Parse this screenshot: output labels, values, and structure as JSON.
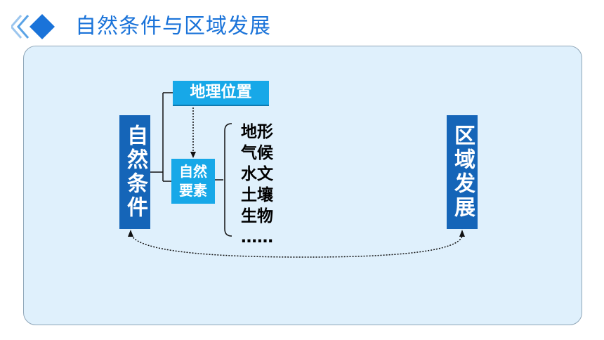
{
  "header": {
    "title": "自然条件与区域发展",
    "logo_icon": "double-chevron-diamond-icon"
  },
  "diagram": {
    "left_box": "自然条件",
    "right_box": "区域发展",
    "location_box": "地理位置",
    "natural_box": "自然要素",
    "factors": [
      "地形",
      "气候",
      "水文",
      "土壤",
      "生物",
      "……"
    ]
  },
  "colors": {
    "title": "#1a73d9",
    "dark_box": "#1565b8",
    "light_box": "#17a8e8",
    "panel_bg": "#dff0fc"
  }
}
